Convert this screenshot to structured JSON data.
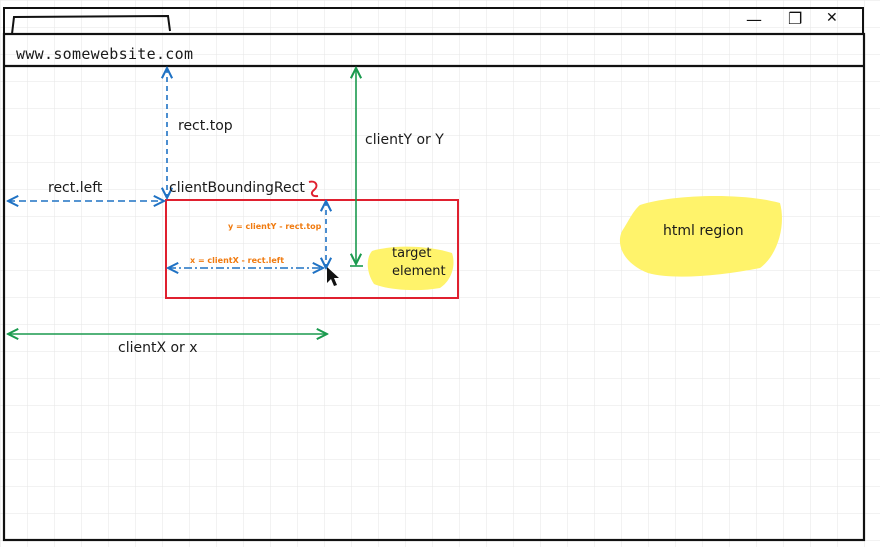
{
  "browser": {
    "url": "www.somewebsite.com",
    "controls": {
      "minimize_glyph": "—",
      "restore_glyph": "❐",
      "close_glyph": "✕"
    }
  },
  "labels": {
    "rect_top": "rect.top",
    "rect_left": "rect.left",
    "client_bounding_rect": "clientBoundingRect",
    "client_y": "clientY or Y",
    "client_x": "clientX or x",
    "y_formula": "y = clientY - rect.top",
    "x_formula": "x = clientX - rect.left",
    "target_element_line1": "target",
    "target_element_line2": "element",
    "html_region": "html region"
  },
  "colors": {
    "blue_arrow": "#1f72c4",
    "green_arrow": "#1a9a4e",
    "red_rect": "#e0202f",
    "highlight": "#fff36b",
    "formula_text": "#f07b10",
    "grid": "#e6e6e6"
  }
}
